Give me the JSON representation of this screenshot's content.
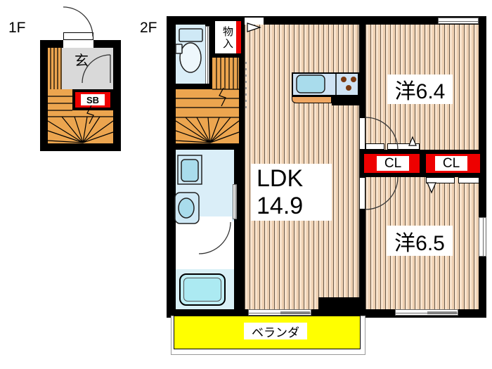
{
  "floor1": {
    "label": "1F",
    "entrance_label": "玄",
    "shoe_box_label": "SB"
  },
  "floor2": {
    "label": "2F",
    "storage_label": "物入",
    "ldk_name": "LDK",
    "ldk_size": "14.9",
    "western_room_top": "洋6.4",
    "western_room_bottom": "洋6.5",
    "closet_left": "CL",
    "closet_right": "CL",
    "veranda_label": "ベランダ"
  },
  "colors": {
    "wall": "#000000",
    "wood_floor": "#f2d6ba",
    "stairs": "#eca54f",
    "water_area": "#daeef8",
    "fixture_blue": "#a9dcec",
    "label_red": "#ee0000",
    "veranda_yellow": "#ffff00",
    "genkan_gray": "#d9d9d9"
  }
}
